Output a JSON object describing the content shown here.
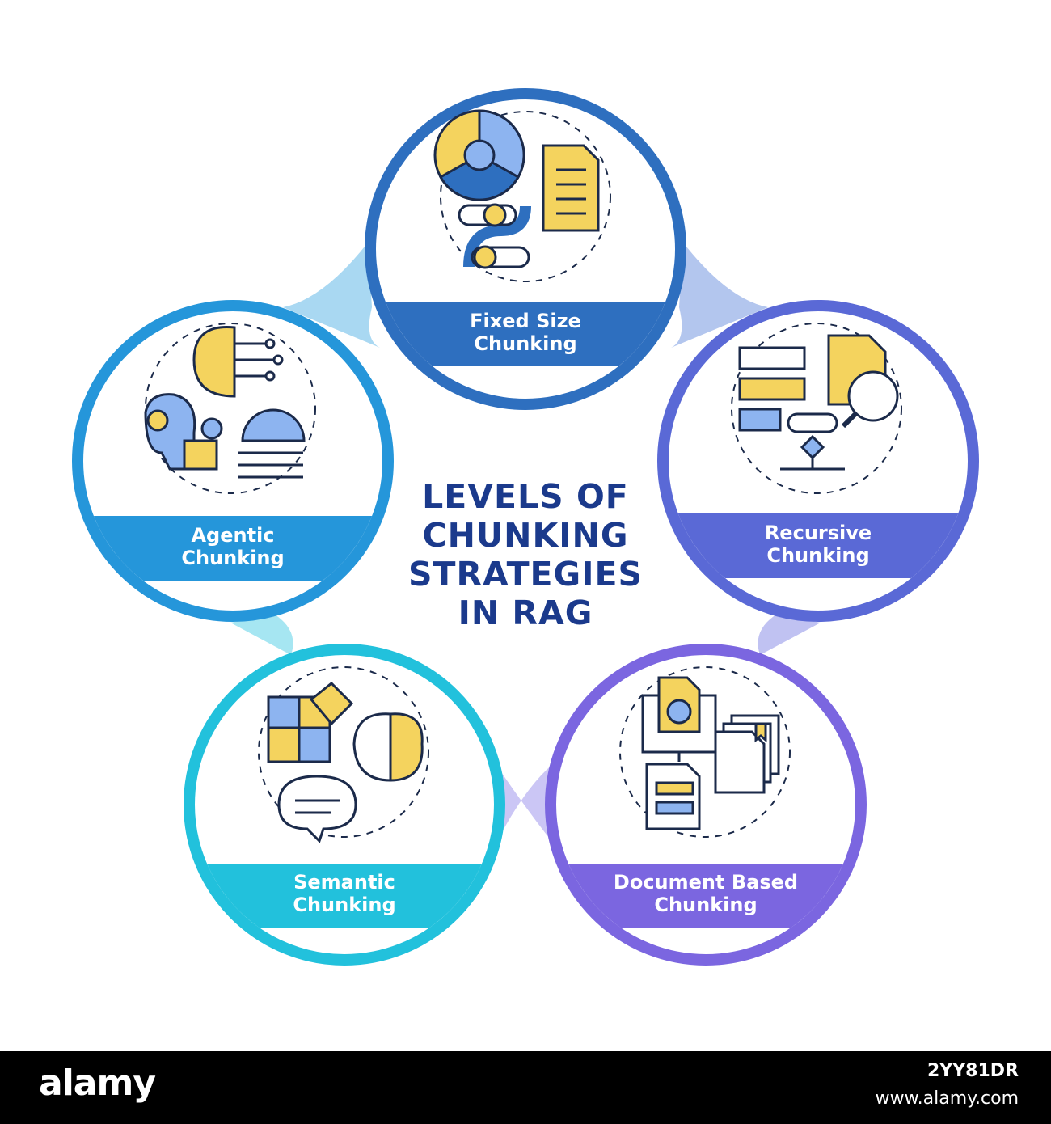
{
  "title": {
    "lines": [
      "LEVELS OF",
      "CHUNKING",
      "STRATEGIES",
      "IN RAG"
    ]
  },
  "colors": {
    "title": "#1b3a8c",
    "fixed": "#2e6fbf",
    "recursive": "#5a69d6",
    "document": "#7b66e0",
    "semantic": "#22c1dc",
    "agentic": "#2596da",
    "yellow": "#f4d35e",
    "light_blue": "#8db4f0",
    "outline": "#1b2a4a"
  },
  "nodes": [
    {
      "id": "fixed",
      "lines": [
        "Fixed Size",
        "Chunking"
      ],
      "icon": "fixed-size-chunking-icon"
    },
    {
      "id": "recursive",
      "lines": [
        "Recursive",
        "Chunking"
      ],
      "icon": "recursive-chunking-icon"
    },
    {
      "id": "document",
      "lines": [
        "Document Based",
        "Chunking"
      ],
      "icon": "document-chunking-icon"
    },
    {
      "id": "semantic",
      "lines": [
        "Semantic",
        "Chunking"
      ],
      "icon": "semantic-chunking-icon"
    },
    {
      "id": "agentic",
      "lines": [
        "Agentic",
        "Chunking"
      ],
      "icon": "agentic-chunking-icon"
    }
  ],
  "footer": {
    "brand": "alamy",
    "image_id": "2YY81DR",
    "url": "www.alamy.com"
  }
}
